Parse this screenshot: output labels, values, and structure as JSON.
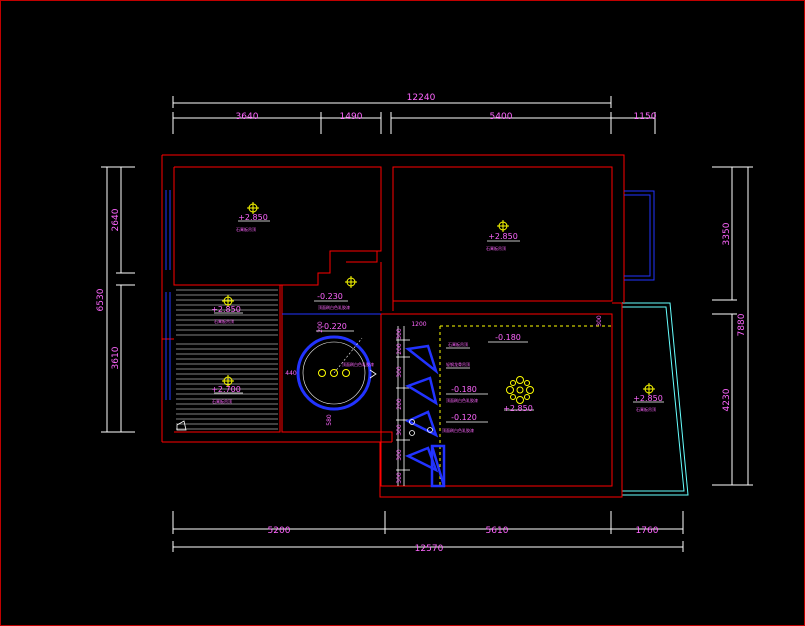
{
  "colors": {
    "background": "#000000",
    "wall": "#ff0000",
    "dimension": "#ffffff",
    "text": "#ff66ff",
    "window": "#2233ff",
    "balcony": "#66ffff",
    "fixture": "#ffff00"
  },
  "dimensions": {
    "top_total": "12240",
    "top_segments": [
      "3640",
      "1490",
      "5400",
      "1150"
    ],
    "bottom_total": "12570",
    "bottom_segments": [
      "5200",
      "5610",
      "1760"
    ],
    "left_total": "6530",
    "left_segments": [
      "2640",
      "3610"
    ],
    "right_total": "7880",
    "right_segments": [
      "3350",
      "4230"
    ]
  },
  "ceiling_levels": {
    "room_top_left": "+2.850",
    "room_top_right": "+2.850",
    "room_mid_left": "+2.850",
    "room_lower_left": "+2.700",
    "room_living": "+2.850",
    "balcony": "+2.850",
    "hall_1": "-0.230",
    "hall_2": "-0.220",
    "living_1": "-0.180",
    "living_2": "-0.180",
    "living_3": "-0.120"
  },
  "small_labels": {
    "ceiling_note": "石膏板吊顶",
    "note_a": "轻钢龙骨吊顶",
    "note_b": "顶面刷白色乳胶漆"
  },
  "dims_small": {
    "dn_1": "1200",
    "dn_2": "300",
    "dn_3": "580",
    "dn_4": "440",
    "dn_5": "200",
    "dn_6": "300",
    "dn_7": "200",
    "dn_8": "300",
    "dn_9": "200",
    "dn_10": "300",
    "dn_11": "300",
    "dn_12": "300"
  }
}
